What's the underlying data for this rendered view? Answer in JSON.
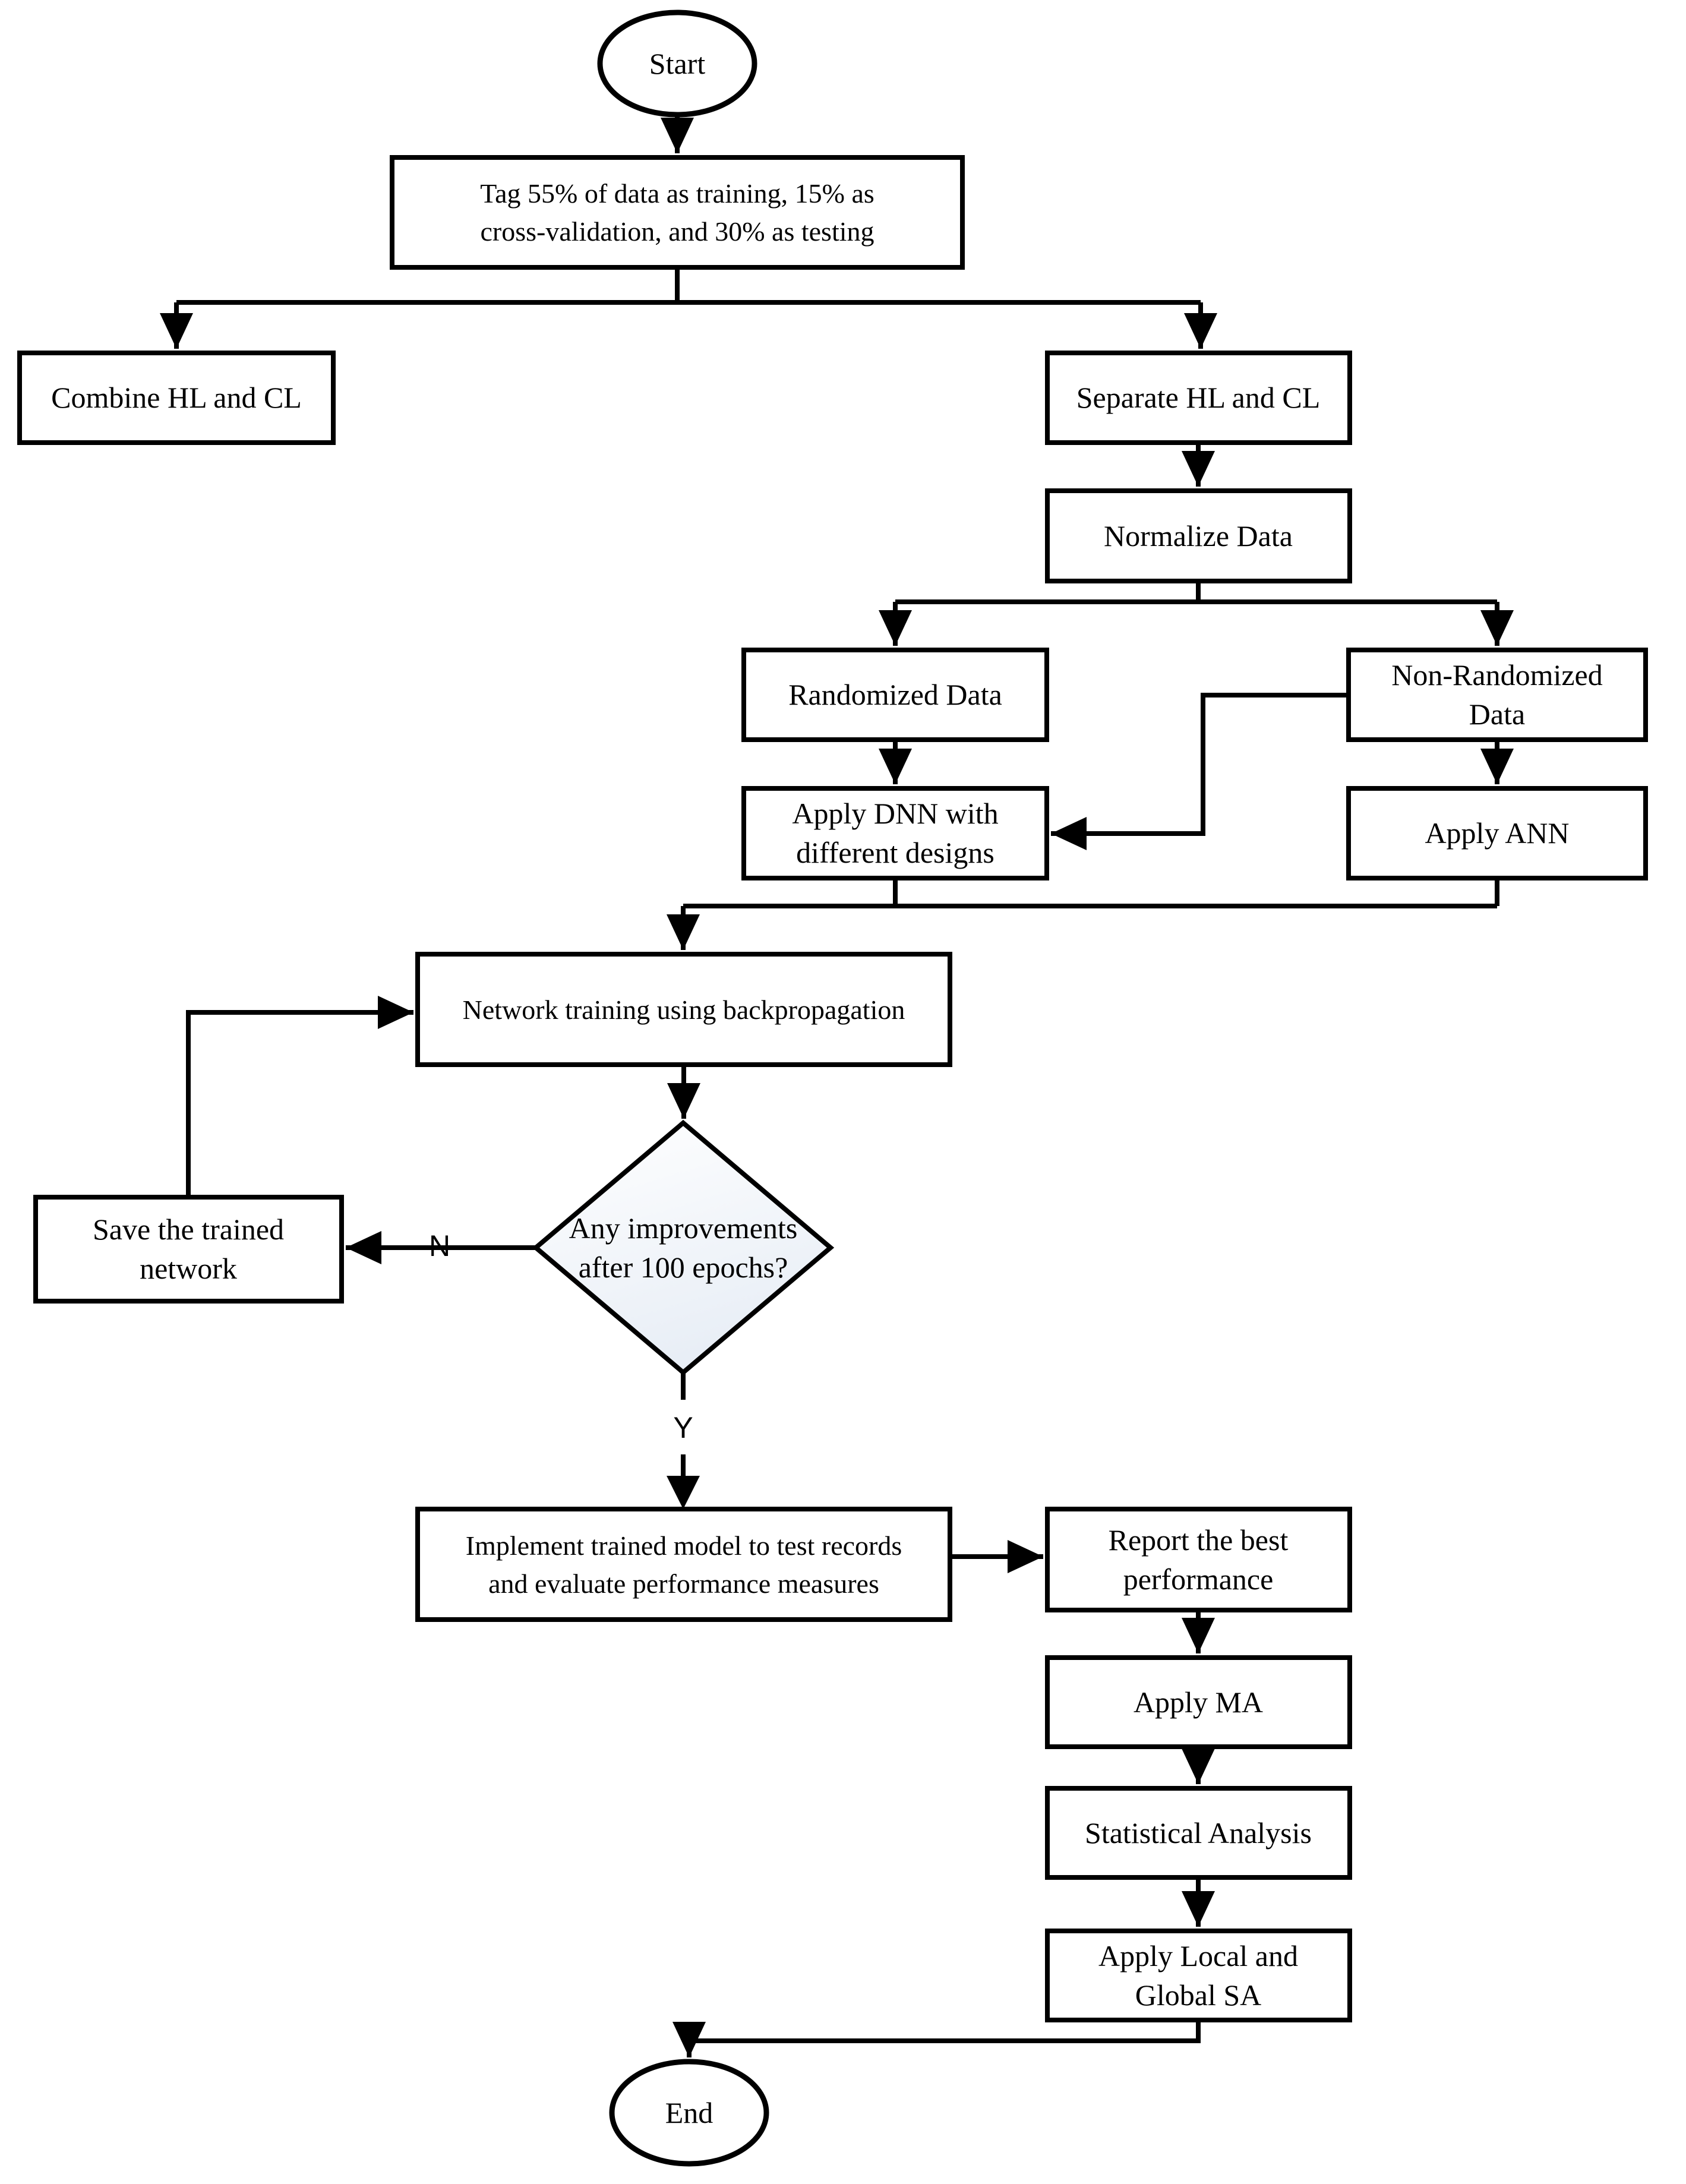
{
  "diagram": {
    "type": "flowchart",
    "nodes": {
      "start": {
        "label": "Start"
      },
      "tag": {
        "line1": "Tag 55% of data as training, 15% as",
        "line2": "cross-validation, and 30% as testing"
      },
      "combine": {
        "label": "Combine HL and CL"
      },
      "separate": {
        "label": "Separate HL and CL"
      },
      "normalize": {
        "label": "Normalize Data"
      },
      "randomized": {
        "label": "Randomized Data"
      },
      "nonrandomized": {
        "line1": "Non-Randomized",
        "line2": "Data"
      },
      "apply_dnn": {
        "line1": "Apply DNN with",
        "line2": "different designs"
      },
      "apply_ann": {
        "label": "Apply ANN"
      },
      "network_training": {
        "label": "Network training using backpropagation"
      },
      "decision": {
        "line1": "Any improvements",
        "line2": "after 100 epochs?"
      },
      "save_network": {
        "line1": "Save the trained",
        "line2": "network"
      },
      "implement": {
        "line1": "Implement trained model to test records",
        "line2": "and evaluate performance measures"
      },
      "report": {
        "line1": "Report the best",
        "line2": "performance"
      },
      "apply_ma": {
        "label": "Apply MA"
      },
      "statistical": {
        "label": "Statistical Analysis"
      },
      "apply_sa": {
        "line1": "Apply Local and",
        "line2": "Global SA"
      },
      "end": {
        "label": "End"
      }
    },
    "edge_labels": {
      "no": "N",
      "yes": "Y"
    },
    "colors": {
      "stroke": "#000000",
      "node_fill": "#ffffff",
      "diamond_fill_top": "#ffffff",
      "diamond_fill_bottom": "#e8eef6",
      "background": "#ffffff"
    }
  }
}
